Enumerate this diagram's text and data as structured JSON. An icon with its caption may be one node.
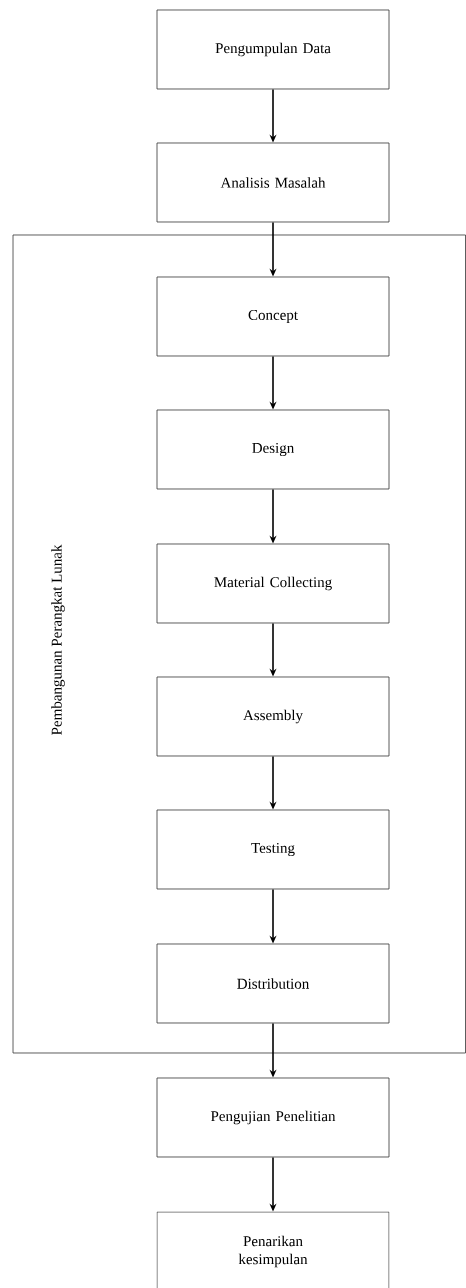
{
  "diagram": {
    "nodes": [
      {
        "text": [
          "Pengumpulan Data"
        ]
      },
      {
        "text": [
          "Analisis Masalah"
        ]
      },
      {
        "text": [
          "Pembangunan Perangkat Lunak"
        ]
      },
      {
        "text": [
          "Concept"
        ],
        "in": 2
      },
      {
        "text": [
          "Design"
        ],
        "in": 2
      },
      {
        "text": [
          "Material Collecting"
        ],
        "in": 2
      },
      {
        "text": [
          "Assembly"
        ],
        "in": 2
      },
      {
        "text": [
          "Testing"
        ],
        "in": 2
      },
      {
        "text": [
          "Distribution"
        ],
        "in": 2
      },
      {
        "text": [
          "Pengujian Penelitian"
        ]
      },
      {
        "text": [
          "Penarikan kesimpulan"
        ]
      }
    ],
    "edges": [
      {
        "from": 0,
        "to": 1,
        "arrow": "to"
      },
      {
        "from": 1,
        "to": 3,
        "arrow": "to"
      },
      {
        "from": 3,
        "to": 4,
        "arrow": "to"
      },
      {
        "from": 4,
        "to": 5,
        "arrow": "to"
      },
      {
        "from": 5,
        "to": 6,
        "arrow": "to"
      },
      {
        "from": 6,
        "to": 7,
        "arrow": "to"
      },
      {
        "from": 7,
        "to": 8,
        "arrow": "to"
      },
      {
        "from": 8,
        "to": 9,
        "arrow": "to"
      },
      {
        "from": 9,
        "to": 10,
        "arrow": "to"
      }
    ]
  }
}
